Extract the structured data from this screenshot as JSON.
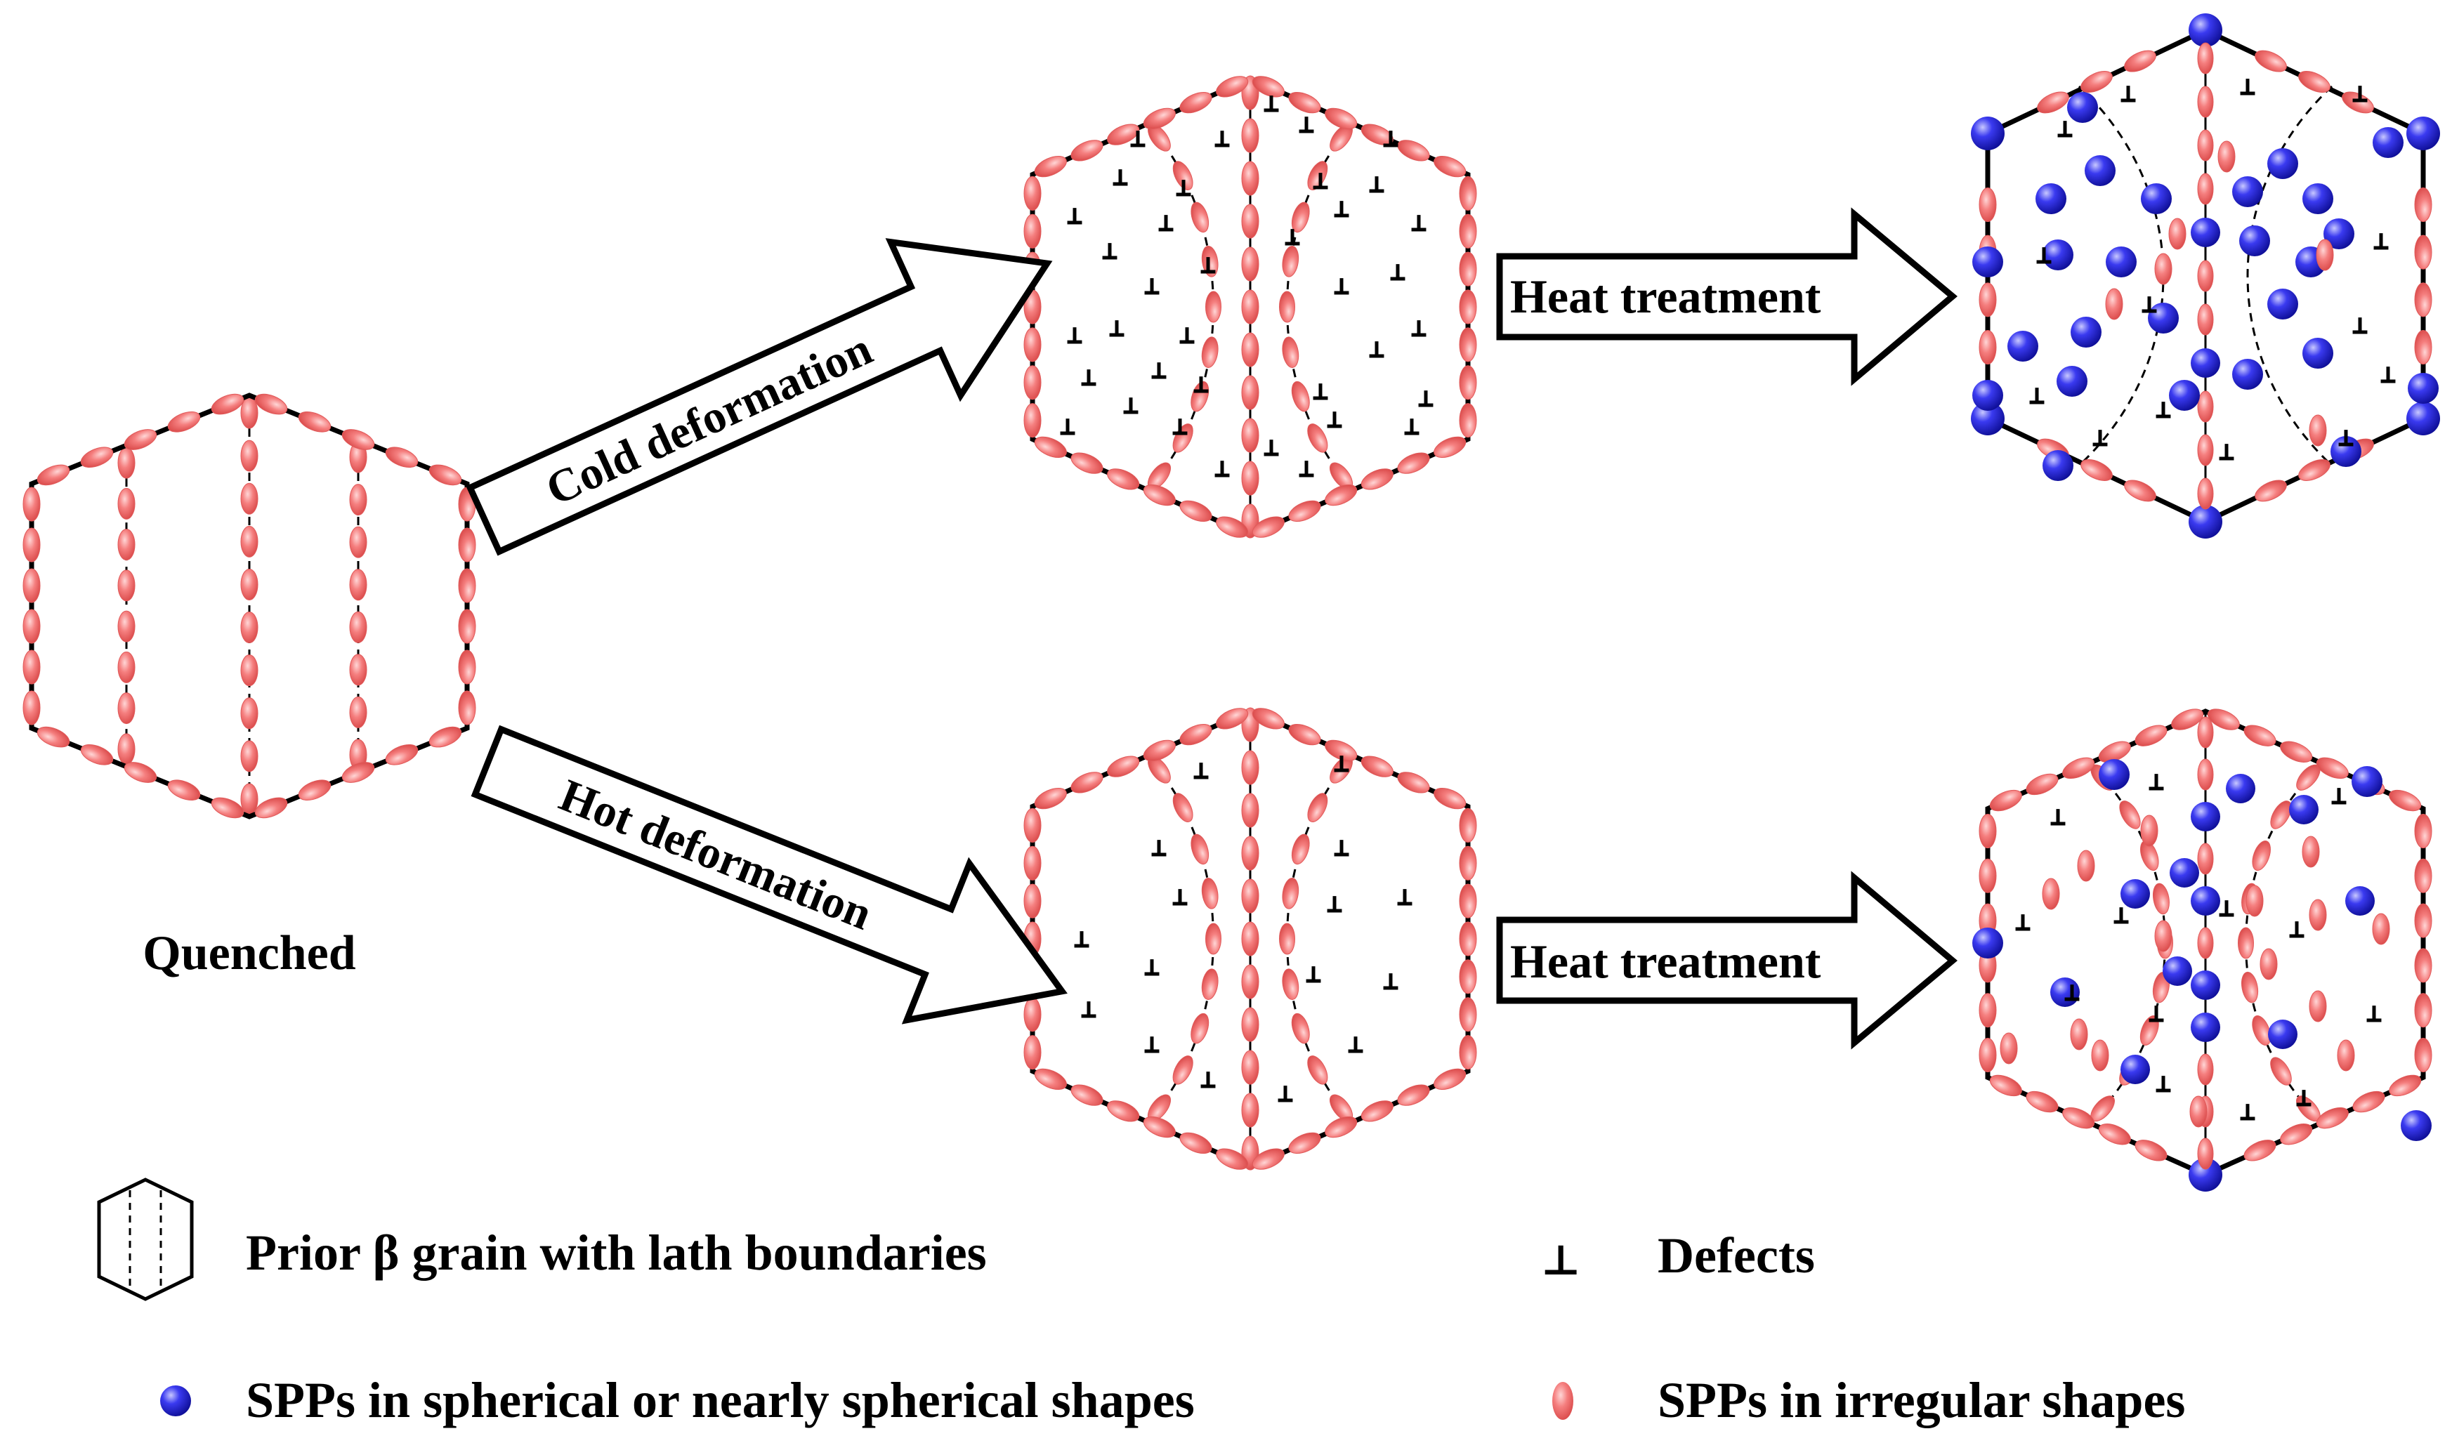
{
  "labels": {
    "quenched": "Quenched",
    "cold_deformation": "Cold deformation",
    "hot_deformation": "Hot deformation",
    "heat_treatment_top": "Heat treatment",
    "heat_treatment_bottom": "Heat treatment"
  },
  "legend": {
    "grain": "Prior β grain with lath boundaries",
    "defects": "Defects",
    "spherical": "SPPs in spherical or nearly spherical shapes",
    "irregular": "SPPs in irregular shapes",
    "defect_symbol": "⊥"
  },
  "colors": {
    "irregular_spp": "#f07878",
    "spherical_spp": "#2323d8",
    "boundary": "#000000"
  }
}
